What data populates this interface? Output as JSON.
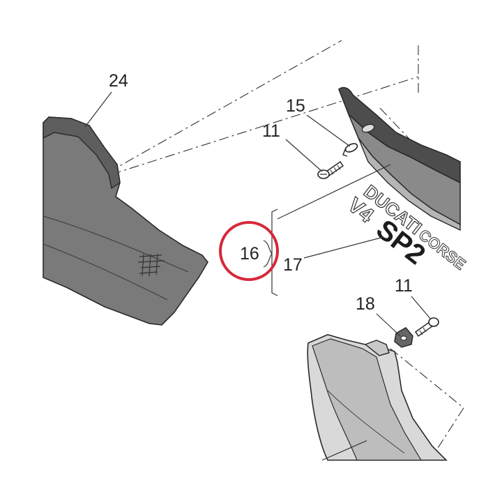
{
  "diagram": {
    "callouts": {
      "c24": "24",
      "c15": "15",
      "c11a": "11",
      "c16": "16",
      "c17": "17",
      "c18": "18",
      "c11b": "11"
    },
    "decal": {
      "brand": "DUCATI",
      "corse": "CORSE",
      "model_a": "V4",
      "model_b": "SP2"
    },
    "highlight_color": "#d6283a",
    "part_fill": "#777777",
    "part_dark": "#4a4a4a"
  }
}
